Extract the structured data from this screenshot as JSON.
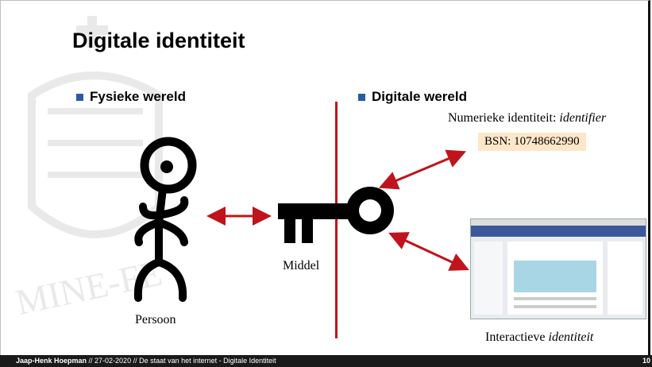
{
  "slide": {
    "title": "Digitale identiteit",
    "bullet_left": "Fysieke wereld",
    "bullet_right": "Digitale wereld",
    "numeric_identity_prefix": "Numerieke identiteit: ",
    "numeric_identity_em": "identifier",
    "bsn": "BSN: 10748662990",
    "middel": "Middel",
    "persoon": "Persoon",
    "interactive_prefix": "Interactieve ",
    "interactive_em": "identiteit",
    "watermark_text": "MINE-FE"
  },
  "footer": {
    "author": "Jaap-Henk Hoepman",
    "rest": " // 27-02-2020 // De staat van het internet - Digitale Identiteit",
    "page": "10"
  },
  "colors": {
    "arrow": "#c0141c",
    "bullet": "#2c5aa0",
    "facebook": "#3b5998"
  }
}
